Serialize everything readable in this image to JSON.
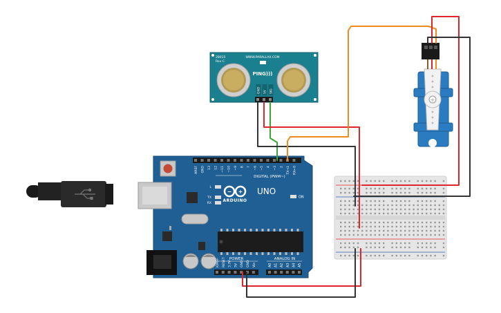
{
  "ping_sensor": {
    "model_line1": "28015",
    "model_line2": "Rev C",
    "url": "WWW.PARALLAX.COM",
    "brand": "PING)))",
    "pins": [
      "GND",
      "5V",
      "SIG"
    ]
  },
  "arduino": {
    "logo_text": "ARDUINO",
    "model": "UNO",
    "digital_label": "DIGITAL (PWM~)",
    "power_label": "POWER",
    "analog_label": "ANALOG IN",
    "on_label": "ON",
    "led_labels": [
      "L",
      "TX",
      "RX"
    ],
    "digital_pins": [
      "AREF",
      "GND",
      "13",
      "12",
      "~11",
      "~10",
      "~9",
      "8",
      "7",
      "~6",
      "~5",
      "4",
      "~3",
      "2",
      "TX→1",
      "RX←0"
    ],
    "power_pins": [
      "IOREF",
      "RESET",
      "3.3V",
      "5V",
      "GND",
      "GND",
      "Vin"
    ],
    "analog_pins": [
      "A0",
      "A1",
      "A2",
      "A3",
      "A4",
      "A5"
    ]
  },
  "colors": {
    "board_blue": "#1f5f94",
    "wire_red": "#e0242b",
    "wire_black": "#333333",
    "wire_orange": "#f08a1c",
    "wire_green": "#3aa63a",
    "servo_blue": "#2a7bbf",
    "breadboard": "#e6e6e6"
  }
}
